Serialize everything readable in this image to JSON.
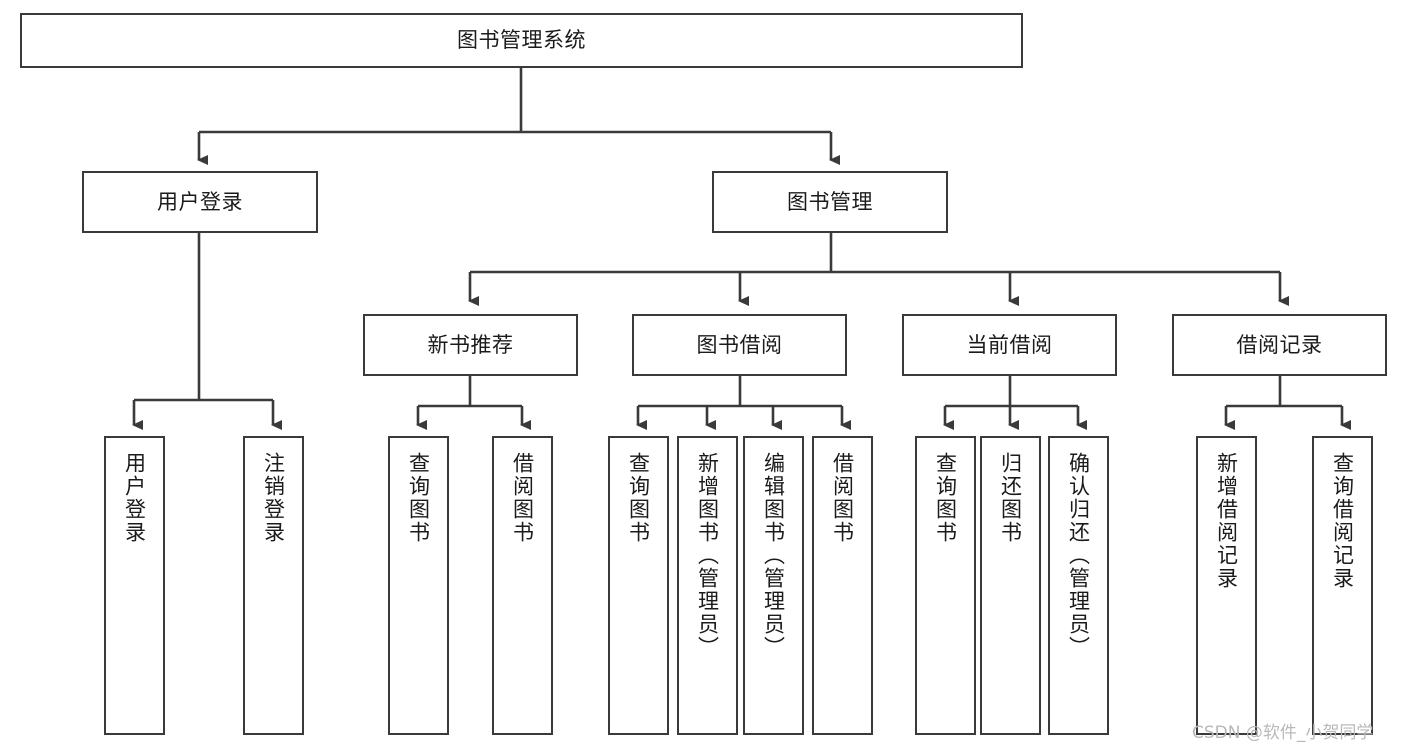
{
  "diagram": {
    "type": "tree",
    "orientation": "top-down",
    "root": "图书管理系统",
    "stroke_color": "#3a3a3a",
    "text_color": "#1b1b1b",
    "background_color": "#ffffff"
  },
  "nodes": {
    "root": {
      "label": "图书管理系统"
    },
    "level1": [
      {
        "label": "用户登录"
      },
      {
        "label": "图书管理"
      }
    ],
    "level2": [
      {
        "label": "新书推荐"
      },
      {
        "label": "图书借阅"
      },
      {
        "label": "当前借阅"
      },
      {
        "label": "借阅记录"
      }
    ],
    "leaves_user_login": [
      {
        "label": "用户登录"
      },
      {
        "label": "注销登录"
      }
    ],
    "leaves_new_book": [
      {
        "label": "查询图书"
      },
      {
        "label": "借阅图书"
      }
    ],
    "leaves_borrow": [
      {
        "label": "查询图书"
      },
      {
        "label": "新增图书（管理员）"
      },
      {
        "label": "编辑图书（管理员）"
      },
      {
        "label": "借阅图书"
      }
    ],
    "leaves_current": [
      {
        "label": "查询图书"
      },
      {
        "label": "归还图书"
      },
      {
        "label": "确认归还（管理员）"
      }
    ],
    "leaves_records": [
      {
        "label": "新增借阅记录"
      },
      {
        "label": "查询借阅记录"
      }
    ]
  },
  "watermark": {
    "text": "CSDN @软件_小贺同学"
  }
}
